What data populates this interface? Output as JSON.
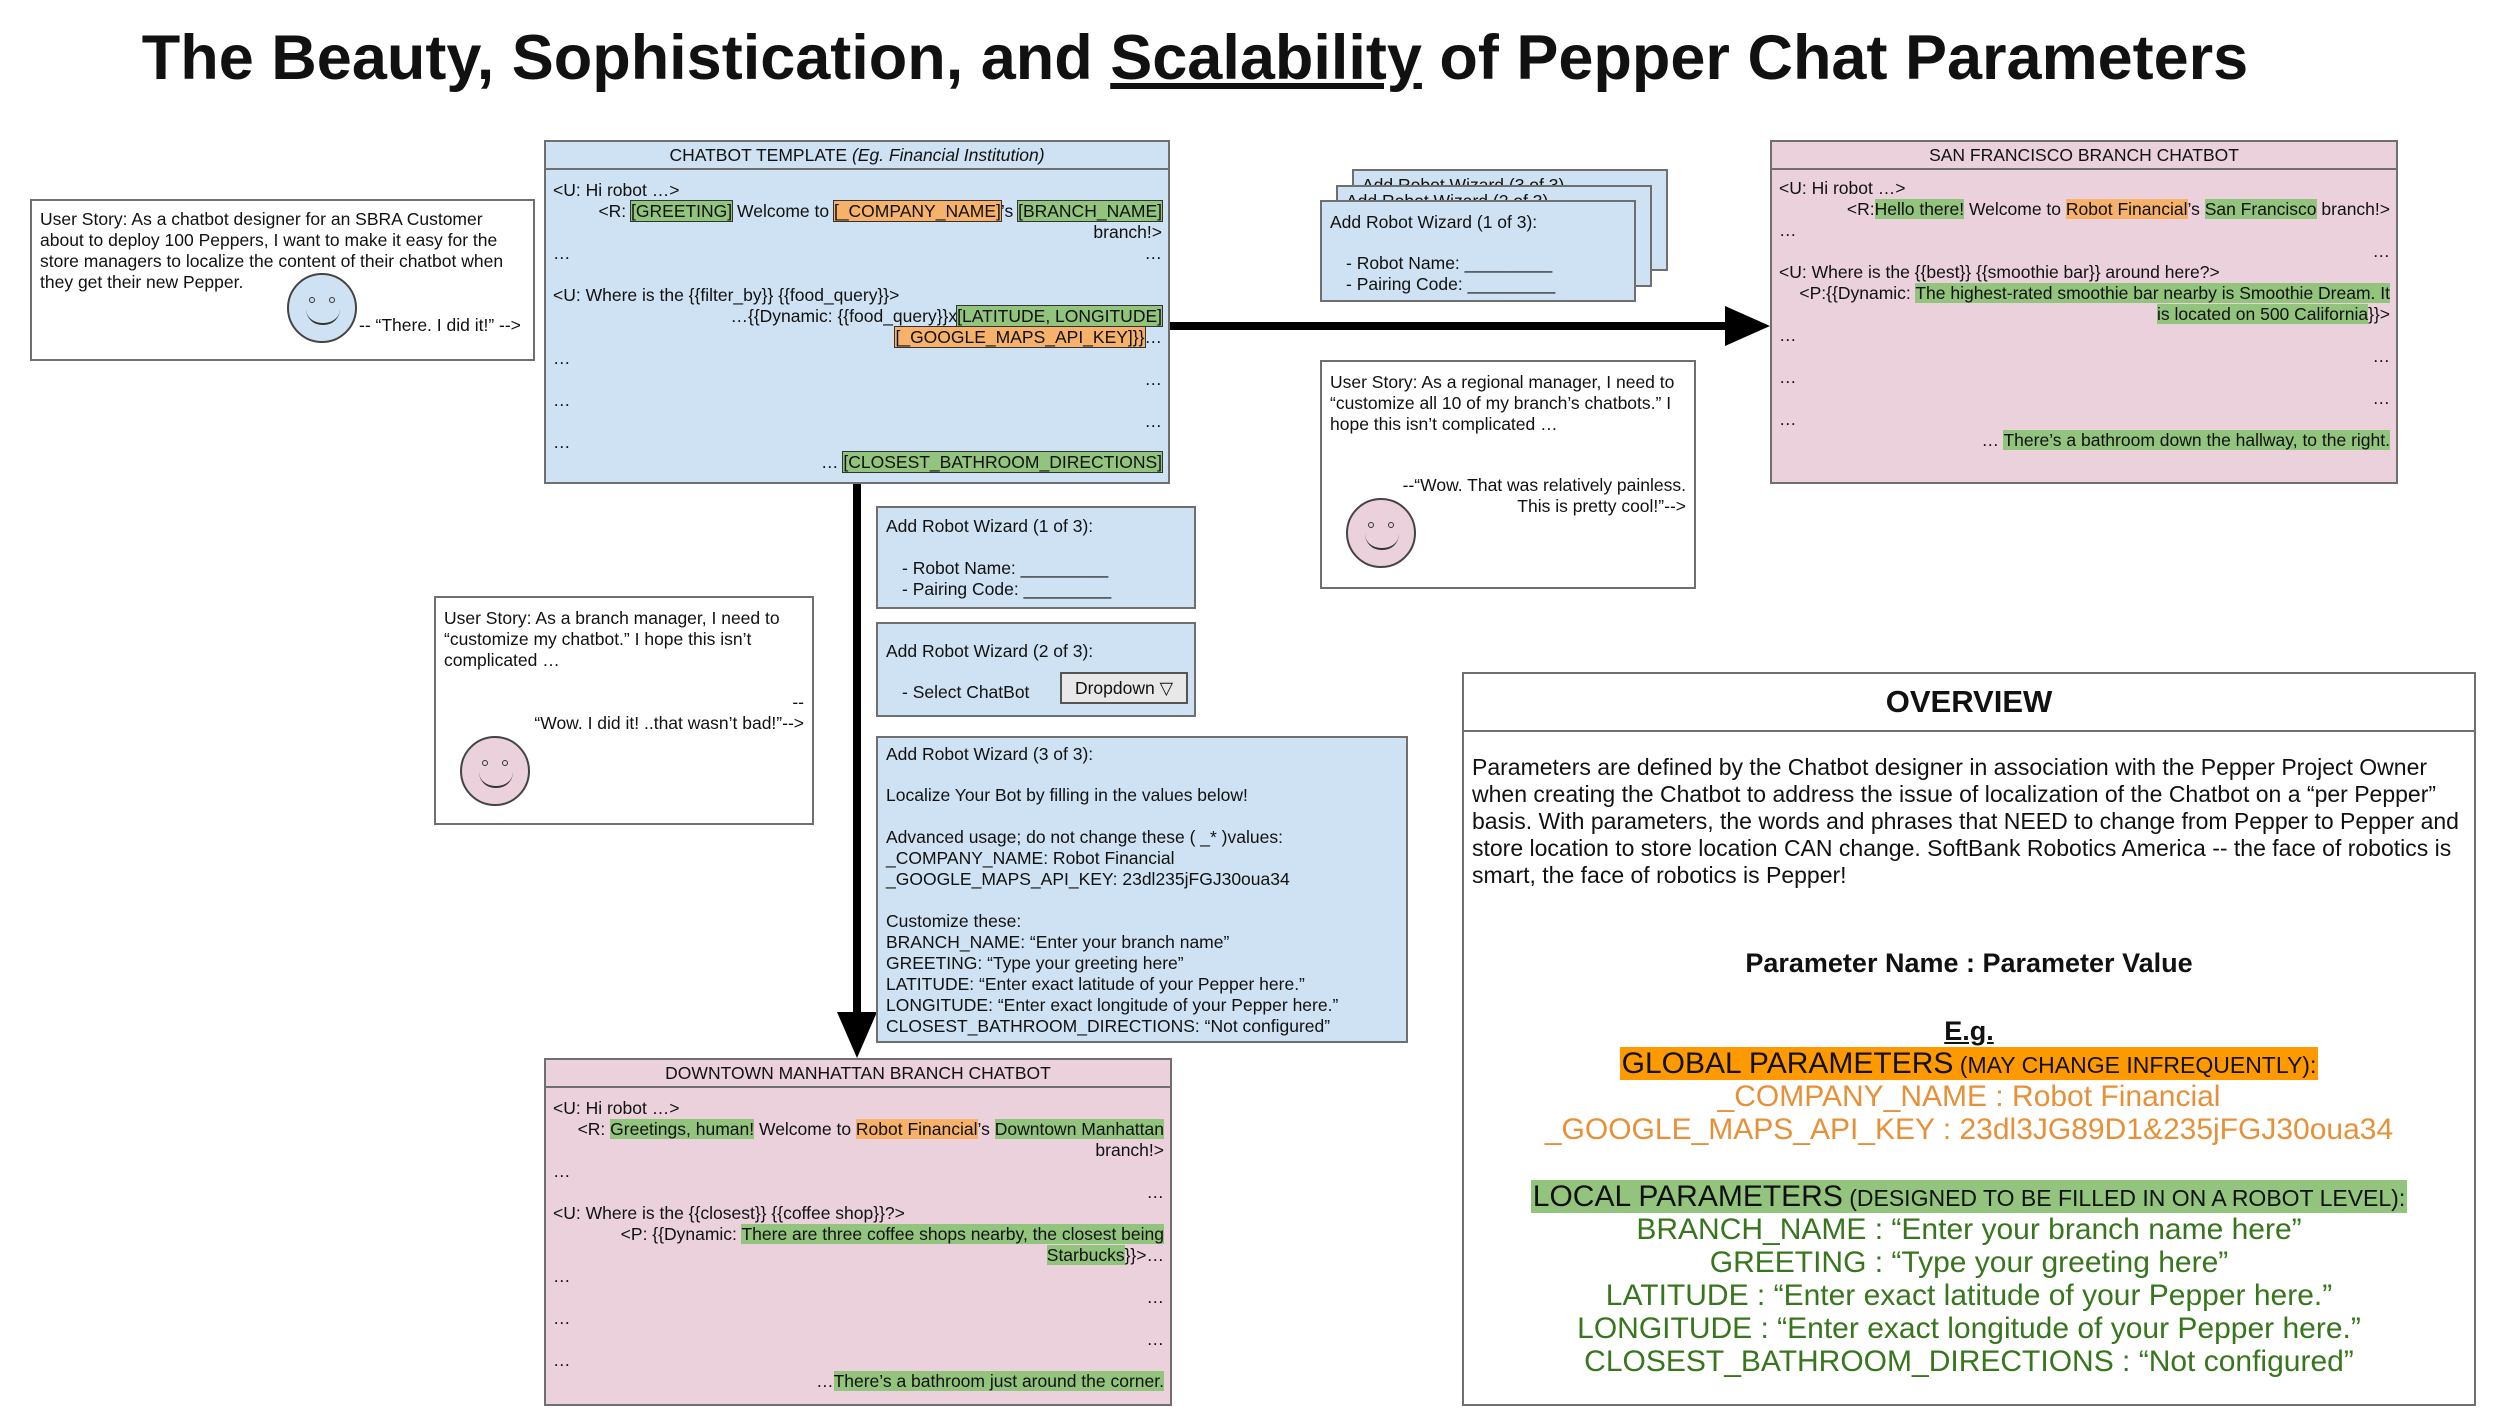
{
  "title": {
    "pre": "The Beauty, Sophistication, and ",
    "underlined": "Scalability",
    "post": " of Pepper Chat Parameters"
  },
  "story1": {
    "lines": [
      "User Story: As a chatbot designer for an SBRA Customer",
      "about to deploy 100 Peppers, I want to make it easy for the",
      "store managers to localize the content of their chatbot when",
      "they get their new Pepper."
    ],
    "quote": "-- “There. I did it!” -->"
  },
  "template": {
    "header": "CHATBOT TEMPLATE ",
    "header_em": "(Eg. Financial Institution)",
    "l1": "<U: Hi robot …>",
    "l2a": "<R: ",
    "greeting": "[GREETING]",
    "l2b": " Welcome to ",
    "company": "[_COMPANY_NAME]",
    "l2c": "’s  ",
    "branch": "[BRANCH_NAME]",
    "l3": "branch!>",
    "dots": "…",
    "l4": "<U: Where is the {{filter_by}} {{food_query}}>",
    "l5a": "…{{Dynamic: {{food_query}}x",
    "latlong": "[LATITUDE, LONGITUDE]",
    "gmaps": "[_GOOGLE_MAPS_API_KEY]}}",
    "l6b": "…",
    "l10a": "… ",
    "bathroom": "[CLOSEST_BATHROOM_DIRECTIONS]"
  },
  "wizard_stack": {
    "back1": "Add Robot Wizard (3 of 3)",
    "back2": "Add Robot Wizard (2 of 3)",
    "title": "Add Robot Wizard (1 of 3):",
    "item1": "-      Robot Name: _________",
    "item2": "-      Pairing Code: _________"
  },
  "sf": {
    "header": "SAN FRANCISCO BRANCH CHATBOT",
    "l1": "<U: Hi robot …>",
    "l2a": "<R:",
    "hello": "Hello there!",
    "l2b": " Welcome to ",
    "company": "Robot Financial",
    "l2c": "’s ",
    "branch": "San Francisco",
    "l2d": " branch!>",
    "dots": "…",
    "l3": "<U: Where is the {{best}} {{smoothie bar}} around here?>",
    "l4a": "<P:{{Dynamic: ",
    "smoothie1": "The highest-rated smoothie bar nearby is Smoothie Dream. It",
    "smoothie2": "is located on 500 California",
    "l5b": "}}>",
    "l9a": "… ",
    "bathroom": "There’s a bathroom down the hallway, to the right."
  },
  "story2": {
    "lines": [
      "User Story: As a regional manager, I need to",
      "“customize all 10 of my branch’s chatbots.” I",
      "hope this isn’t complicated …"
    ],
    "quote1": "--“Wow. That was relatively painless.",
    "quote2": "This is pretty cool!”-->"
  },
  "story3": {
    "lines": [
      "User Story: As a branch manager, I need to",
      "“customize my chatbot.” I hope this isn’t",
      "complicated …"
    ],
    "dash": "--",
    "quote": "“Wow. I did it! ..that wasn’t bad!”-->"
  },
  "wiz1": {
    "title": "Add Robot Wizard (1 of 3):",
    "item1": "-      Robot Name: _________",
    "item2": "-      Pairing Code: _________"
  },
  "wiz2": {
    "title": "Add Robot Wizard (2 of 3):",
    "item1": "-      Select ChatBot",
    "dropdown": "Dropdown  ▽"
  },
  "wiz3": {
    "title": "Add Robot Wizard (3 of 3):",
    "intro": "Localize Your Bot by filling in the values below!",
    "adv": "Advanced usage; do not change these ( _* )values:",
    "a1": "_COMPANY_NAME: Robot Financial",
    "a2": "_GOOGLE_MAPS_API_KEY: 23dl235jFGJ30oua34",
    "cust": "Customize these:",
    "c1": "BRANCH_NAME: “Enter your branch name”",
    "c2": "GREETING: “Type your greeting here”",
    "c3": "LATITUDE: “Enter exact latitude of your Pepper here.”",
    "c4": "LONGITUDE: “Enter exact longitude of your Pepper here.”",
    "c5": "CLOSEST_BATHROOM_DIRECTIONS: “Not configured”"
  },
  "dm": {
    "header": "DOWNTOWN MANHATTAN BRANCH CHATBOT",
    "l1": "<U: Hi robot …>",
    "l2a": "<R: ",
    "greet": "Greetings, human!",
    "l2b": " Welcome to ",
    "company": "Robot Financial",
    "l2c": "’s ",
    "branch": "Downtown Manhattan",
    "l3": "branch!>",
    "dots": "…",
    "l4": "<U: Where is the {{closest}} {{coffee shop}}?>",
    "l5a": "<P: {{Dynamic: ",
    "coffee1": "There are three coffee shops nearby, the closest being",
    "coffee2": "Starbucks",
    "l6b": "}}>…",
    "l10a": "…",
    "bathroom": "There’s a bathroom just around the corner."
  },
  "overview": {
    "title": "OVERVIEW",
    "para": [
      "Parameters are defined by the Chatbot designer in association with the Pepper Project Owner",
      "when creating the Chatbot to address the issue of localization of the Chatbot on a “per Pepper”",
      "basis. With parameters, the words and phrases that NEED to change from Pepper to Pepper and",
      "store location to store location CAN change. SoftBank Robotics America -- the face of robotics is",
      "smart, the face of robotics is Pepper!"
    ],
    "pn": "Parameter Name  :  Parameter Value",
    "eg": "E.g.",
    "global_big": "GLOBAL PARAMETERS",
    "global_small": " (MAY CHANGE INFREQUENTLY):",
    "g1": "_COMPANY_NAME        :       Robot Financial",
    "g2": "_GOOGLE_MAPS_API_KEY        :       23dl3JG89D1&235jFGJ30oua34",
    "local_big": "LOCAL PARAMETERS",
    "local_small": " (DESIGNED TO BE FILLED IN ON A ROBOT LEVEL):",
    "p1": "BRANCH_NAME         :      “Enter your branch name here”",
    "p2": "GREETING         :      “Type your greeting here”",
    "p3": "LATITUDE           :    “Enter exact latitude of your Pepper here.”",
    "p4": "LONGITUDE         :     “Enter exact longitude of your Pepper here.”",
    "p5": "CLOSEST_BATHROOM_DIRECTIONS        :        “Not configured”"
  }
}
